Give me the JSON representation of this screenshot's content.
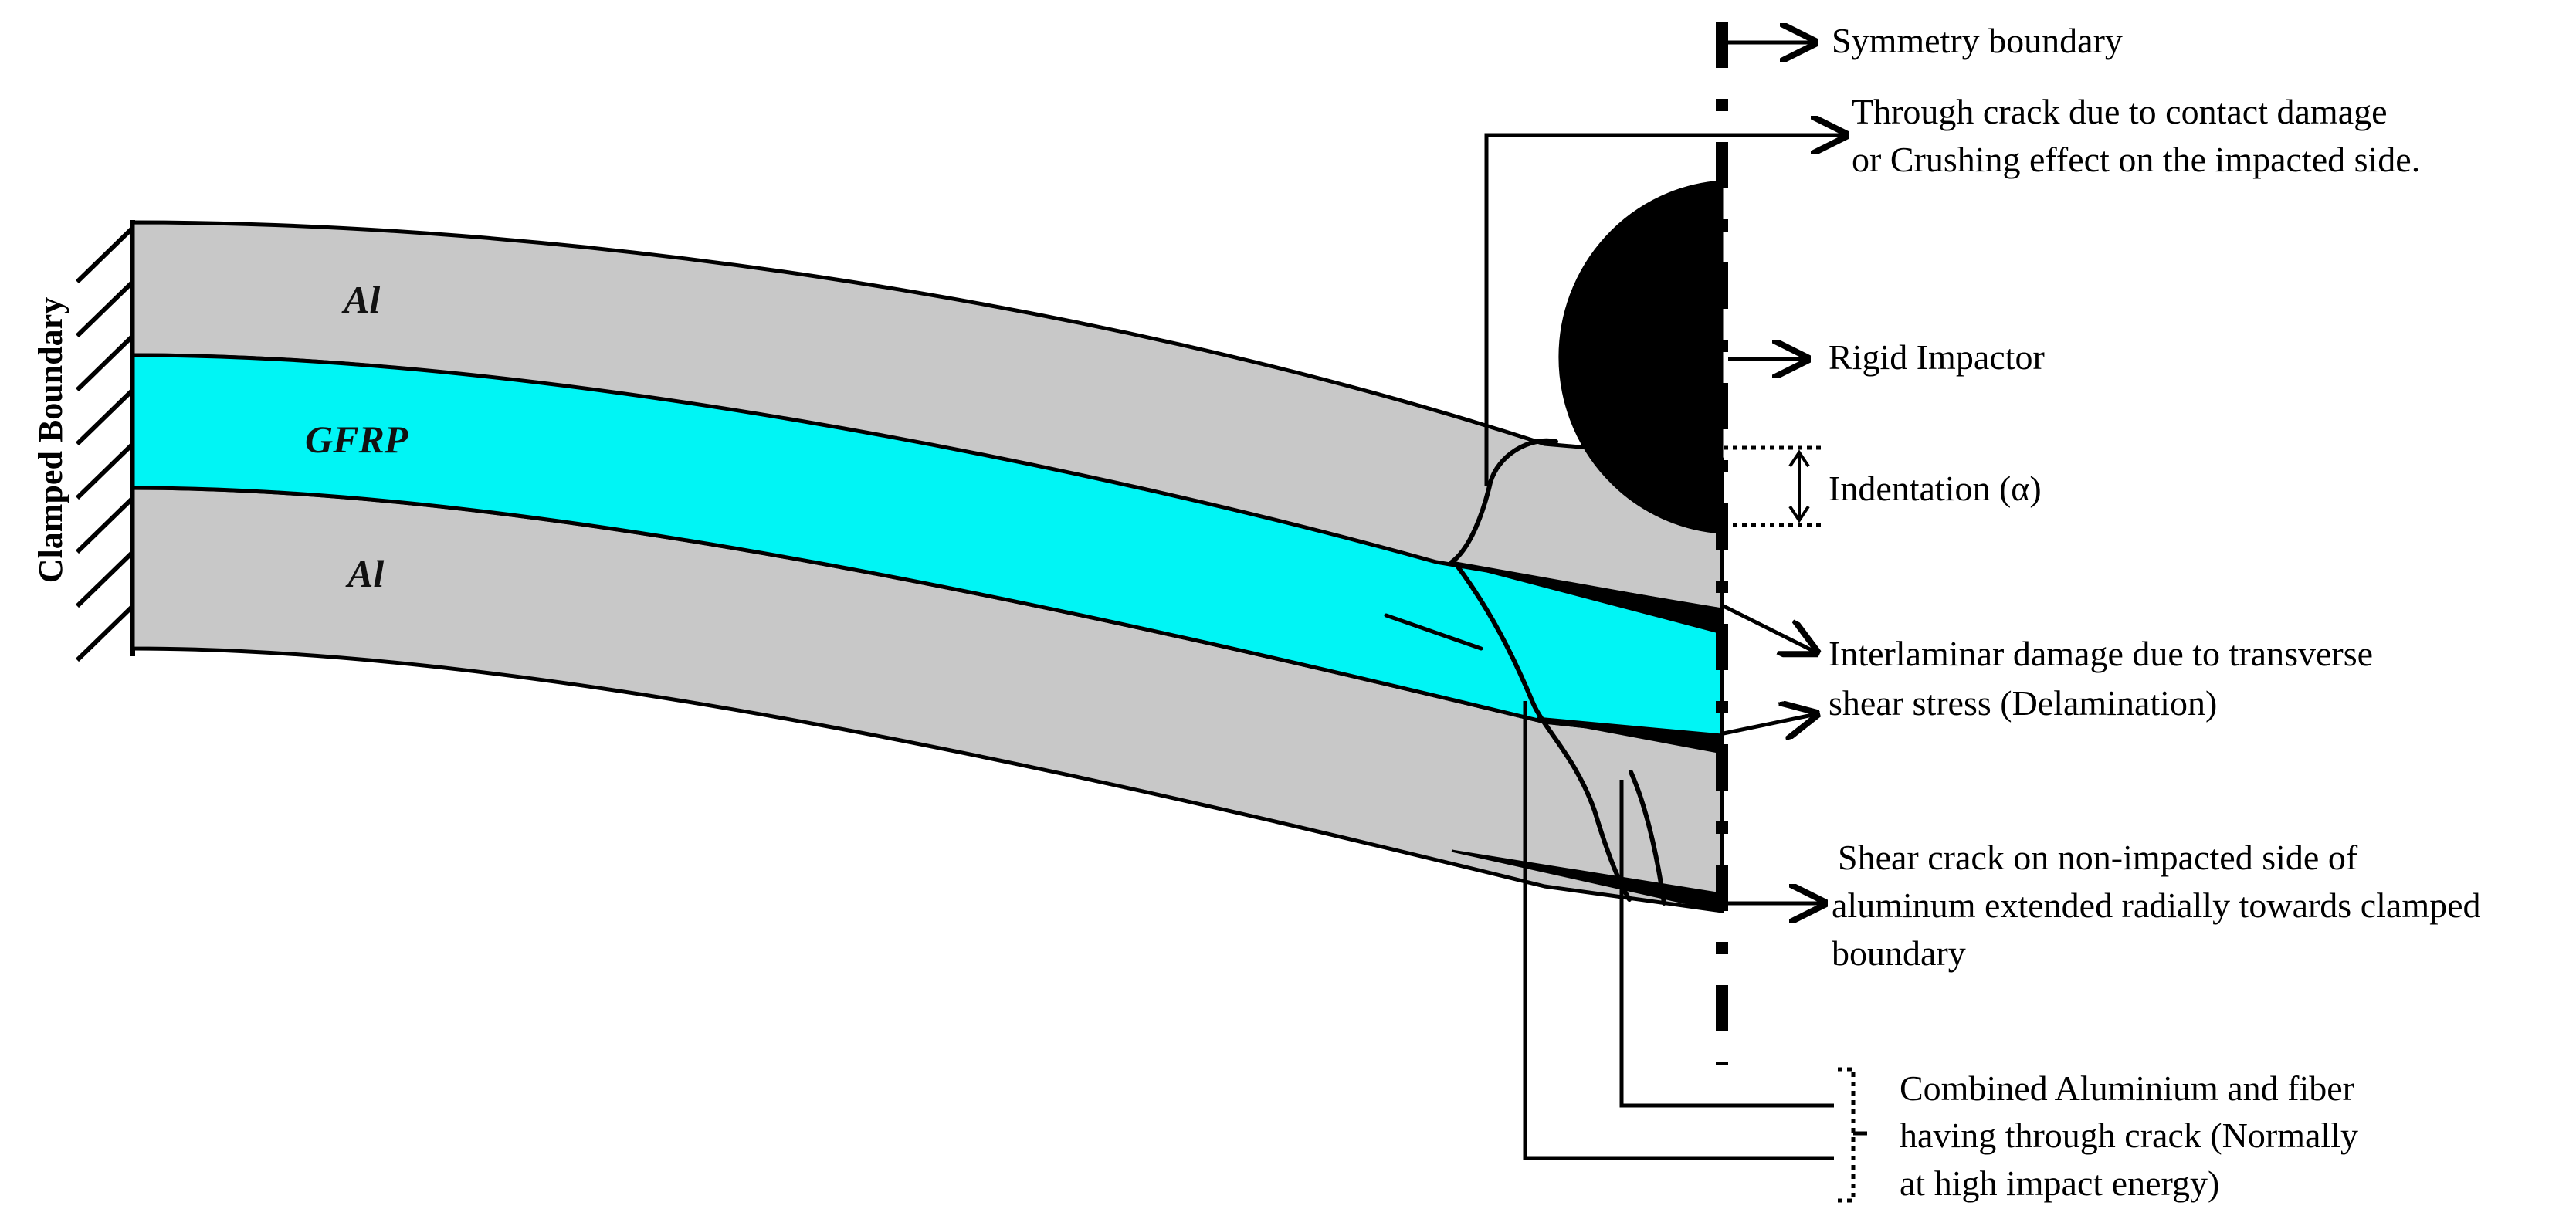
{
  "colors": {
    "aluminium": "#c8c8c8",
    "gfrp": "#00f5f5",
    "ink": "#000000",
    "background": "#ffffff"
  },
  "layers": {
    "top_al": "Al",
    "gfrp": "GFRP",
    "bottom_al": "Al"
  },
  "boundary": {
    "clamped": "Clamped Boundary"
  },
  "annotations": {
    "symmetry": "Symmetry boundary",
    "through_crack_line1": "Through crack due to contact damage",
    "through_crack_line2": "or Crushing effect on the impacted side.",
    "rigid_impactor": "Rigid Impactor",
    "indentation": "Indentation (α)",
    "interlaminar_line1": "Interlaminar damage due to transverse",
    "interlaminar_line2": "shear stress (Delamination)",
    "shear_line1": "Shear crack on  non-impacted side of",
    "shear_line2": "aluminum extended radially towards clamped",
    "shear_line3": "boundary",
    "combined_line1": "Combined Aluminium and fiber",
    "combined_line2": "having through crack (Normally",
    "combined_line3": "at high impact energy)"
  }
}
